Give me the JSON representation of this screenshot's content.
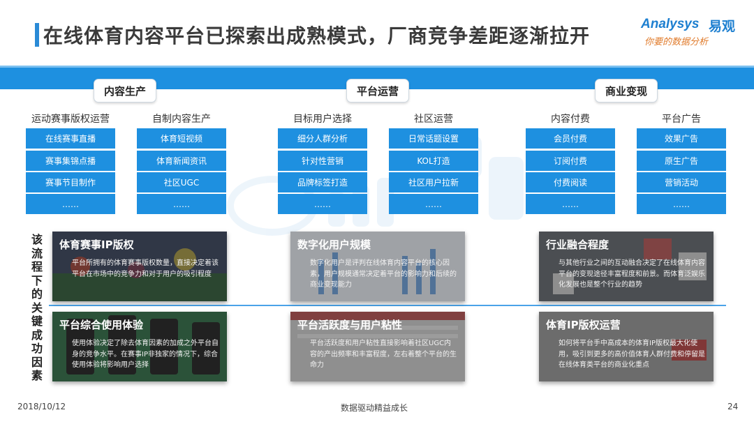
{
  "header": {
    "title": "在线体育内容平台已探索出成熟模式，厂商竞争差距逐渐拉开",
    "logo": {
      "brand": "Analysys",
      "brand_cn": "易观",
      "tagline": "你要的数据分析"
    }
  },
  "sections": [
    {
      "tag": "内容生产",
      "columns": [
        {
          "title": "运动赛事版权运营",
          "items": [
            "在线赛事直播",
            "赛事集锦点播",
            "赛事节目制作",
            "……"
          ]
        },
        {
          "title": "自制内容生产",
          "items": [
            "体育短视频",
            "体育新闻资讯",
            "社区UGC",
            "……"
          ]
        }
      ]
    },
    {
      "tag": "平台运营",
      "columns": [
        {
          "title": "目标用户选择",
          "items": [
            "细分人群分析",
            "针对性营销",
            "品牌标签打造",
            "……"
          ]
        },
        {
          "title": "社区运营",
          "items": [
            "日常话题设置",
            "KOL打造",
            "社区用户拉新",
            "……"
          ]
        }
      ]
    },
    {
      "tag": "商业变现",
      "columns": [
        {
          "title": "内容付费",
          "items": [
            "会员付费",
            "订阅付费",
            "付费阅读",
            "……"
          ]
        },
        {
          "title": "平台广告",
          "items": [
            "效果广告",
            "原生广告",
            "营销活动",
            "……"
          ]
        }
      ]
    }
  ],
  "side_label": "该流程下的关键成功因素",
  "factors": [
    {
      "title": "体育赛事IP版权",
      "text": "平台所拥有的体育赛事版权数量，直接决定着该平台在市场中的竞争力和对于用户的吸引程度"
    },
    {
      "title": "数字化用户规模",
      "text": "数字化用户是评判在线体育内容平台的核心因素，用户规模通常决定着平台的影响力和后续的商业变现能力"
    },
    {
      "title": "行业融合程度",
      "text": "与其他行业之间的互动融合决定了在线体育内容平台的变现途径丰富程度和前景。而体育泛娱乐化发展也是整个行业的趋势"
    },
    {
      "title": "平台综合使用体验",
      "text": "使用体验决定了除去体育因素的加成之外平台自身的竞争水平。在赛事IP非独家的情况下，综合使用体验将影响用户选择"
    },
    {
      "title": "平台活跃度与用户粘性",
      "text": "平台活跃度和用户粘性直接影响着社区UGC内容的产出频率和丰富程度，左右着整个平台的生命力"
    },
    {
      "title": "体育IP版权运营",
      "text": "如何将平台手中高成本的体育IP版权最大化使用，吸引到更多的高价值体育人群付费和停留是在线体育类平台的商业化重点"
    }
  ],
  "footer": {
    "date": "2018/10/12",
    "slogan": "数据驱动精益成长",
    "page": "24"
  },
  "colors": {
    "accent": "#1e90e0",
    "band": "#1e90e0",
    "logo": "#1d7fd0",
    "tagline": "#e07a2a"
  }
}
